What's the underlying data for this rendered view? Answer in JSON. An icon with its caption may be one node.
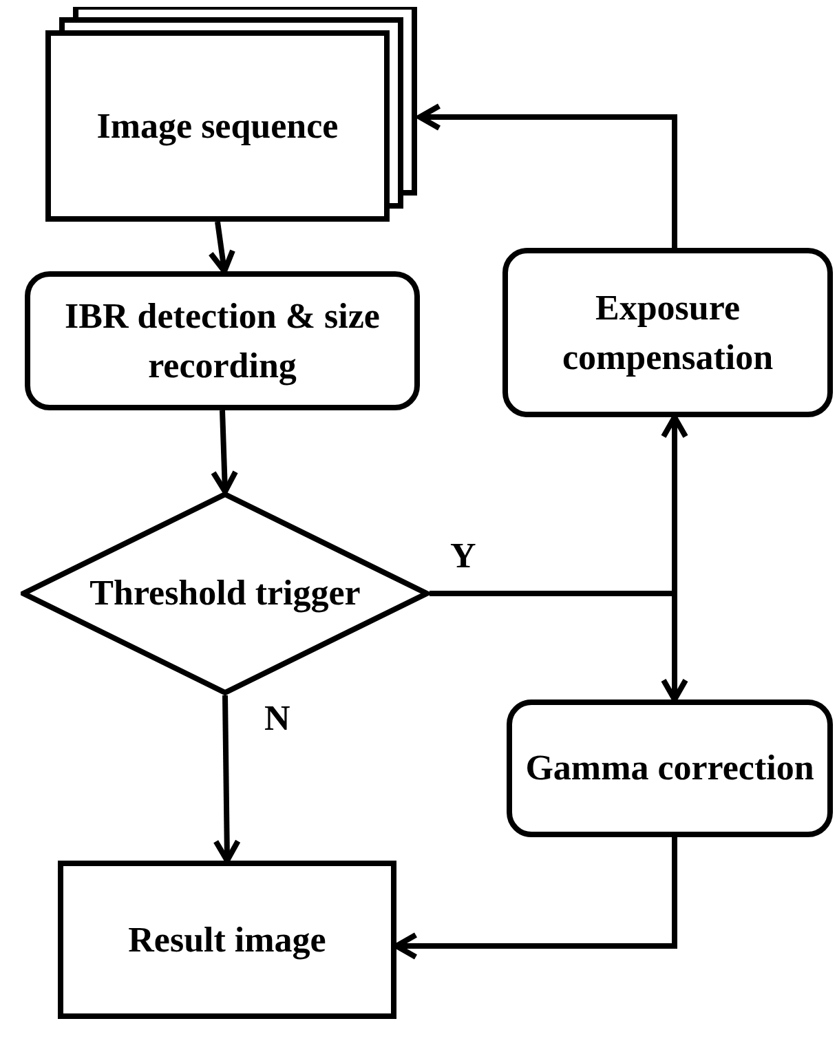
{
  "diagram": {
    "nodes": [
      {
        "text": [
          "Image sequence"
        ]
      },
      {
        "text": [
          "IBR detection & size recording"
        ]
      },
      {
        "text": [
          "Threshold trigger"
        ]
      },
      {
        "text": [
          "Result image"
        ]
      },
      {
        "text": [
          "Exposure compensation"
        ]
      },
      {
        "text": [
          "Gamma correction"
        ]
      }
    ],
    "edges": [
      {
        "from": 0,
        "to": 1,
        "arrow": "to"
      },
      {
        "from": 1,
        "to": 2,
        "arrow": "to"
      },
      {
        "from": 2,
        "to": 3,
        "arrow": "to",
        "label": "N"
      },
      {
        "from": 2,
        "to": 4,
        "arrow": "to",
        "label": "Y"
      },
      {
        "from": 2,
        "to": 5,
        "arrow": "to"
      },
      {
        "from": 4,
        "to": 0,
        "arrow": "to"
      },
      {
        "from": 5,
        "to": 3,
        "arrow": "to"
      }
    ]
  }
}
